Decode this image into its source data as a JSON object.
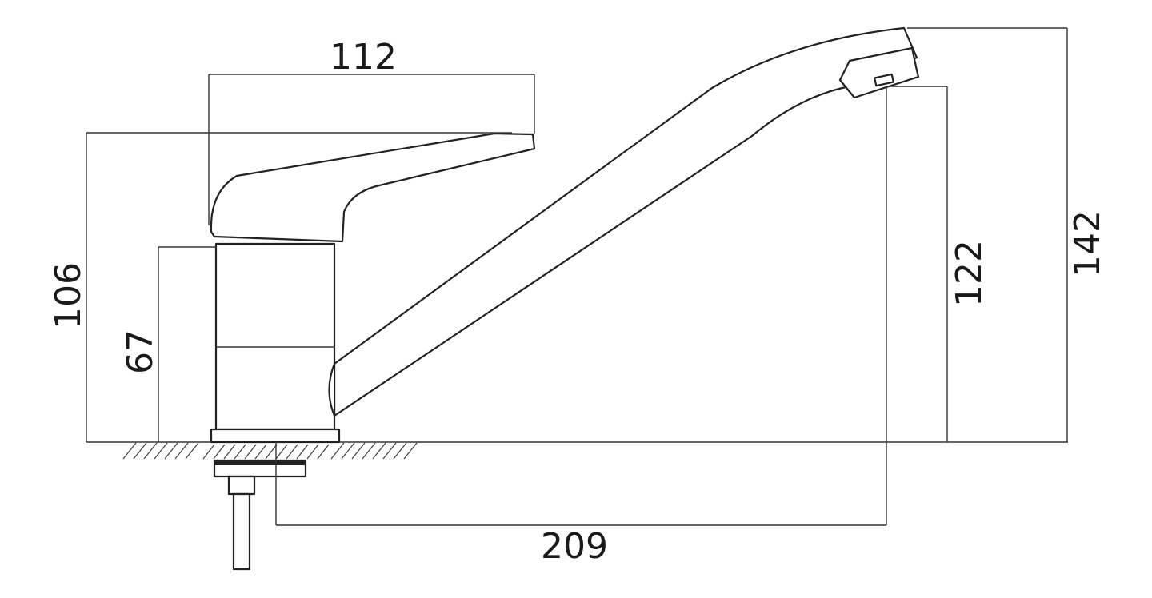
{
  "dimensions": {
    "handle_width": "112",
    "total_handle_height": "106",
    "body_height": "67",
    "spout_reach": "209",
    "spout_outlet_height": "122",
    "overall_height": "142"
  }
}
